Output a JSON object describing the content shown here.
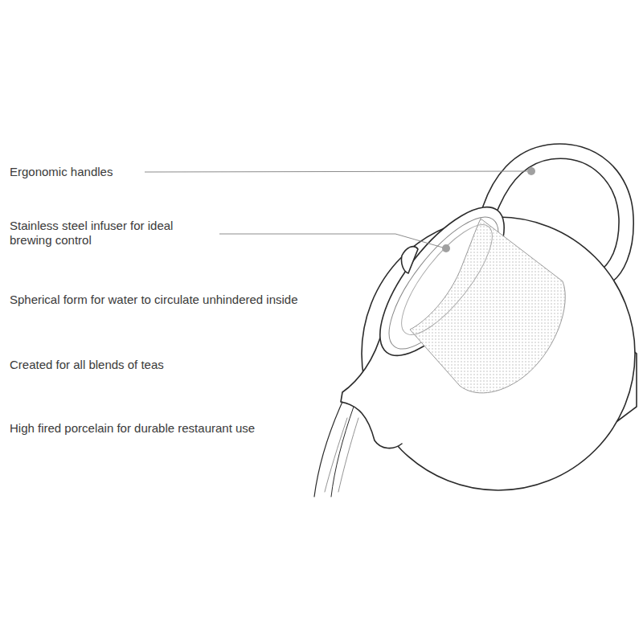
{
  "diagram": {
    "labels": [
      "Ergonomic handles",
      "Stainless steel infuser for ideal brewing control",
      "Spherical form for water to circulate unhindered inside",
      "Created for all blends of teas",
      "High fired porcelain for durable restaurant use"
    ]
  }
}
